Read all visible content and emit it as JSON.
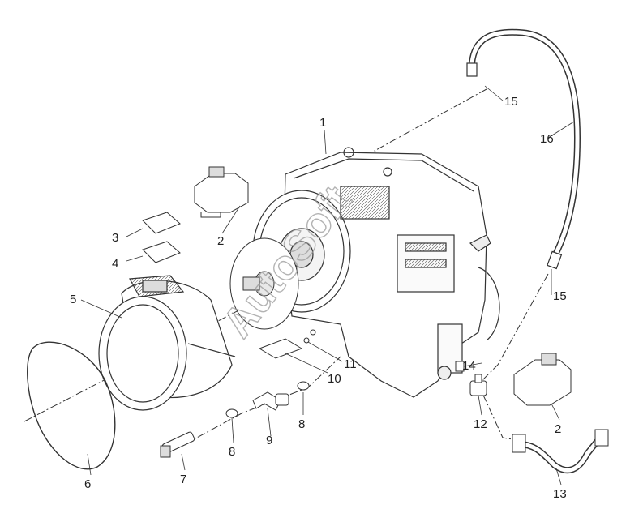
{
  "watermark": "AutoSoft",
  "callouts": [
    "1",
    "2",
    "3",
    "4",
    "5",
    "6",
    "7",
    "8",
    "9",
    "10",
    "11",
    "12",
    "13",
    "14",
    "15",
    "16"
  ],
  "labels": [
    {
      "text": "1",
      "part": "transmission-housing"
    },
    {
      "text": "2",
      "part": "engine-mount-left"
    },
    {
      "text": "2",
      "part": "engine-mount-right"
    },
    {
      "text": "3",
      "part": "cover-plate"
    },
    {
      "text": "4",
      "part": "cover-gasket"
    },
    {
      "text": "5",
      "part": "bell-housing"
    },
    {
      "text": "6",
      "part": "housing-gasket"
    },
    {
      "text": "7",
      "part": "sensor"
    },
    {
      "text": "8",
      "part": "hose-clamp-left"
    },
    {
      "text": "8",
      "part": "hose-clamp-right"
    },
    {
      "text": "9",
      "part": "hose-elbow"
    },
    {
      "text": "10",
      "part": "seal-plate"
    },
    {
      "text": "11",
      "part": "screw"
    },
    {
      "text": "12",
      "part": "breather-fitting"
    },
    {
      "text": "13",
      "part": "pipe"
    },
    {
      "text": "14",
      "part": "connector"
    },
    {
      "text": "15",
      "part": "hose-fitting-top"
    },
    {
      "text": "15",
      "part": "hose-fitting-bottom"
    },
    {
      "text": "16",
      "part": "hydraulic-hose"
    }
  ]
}
